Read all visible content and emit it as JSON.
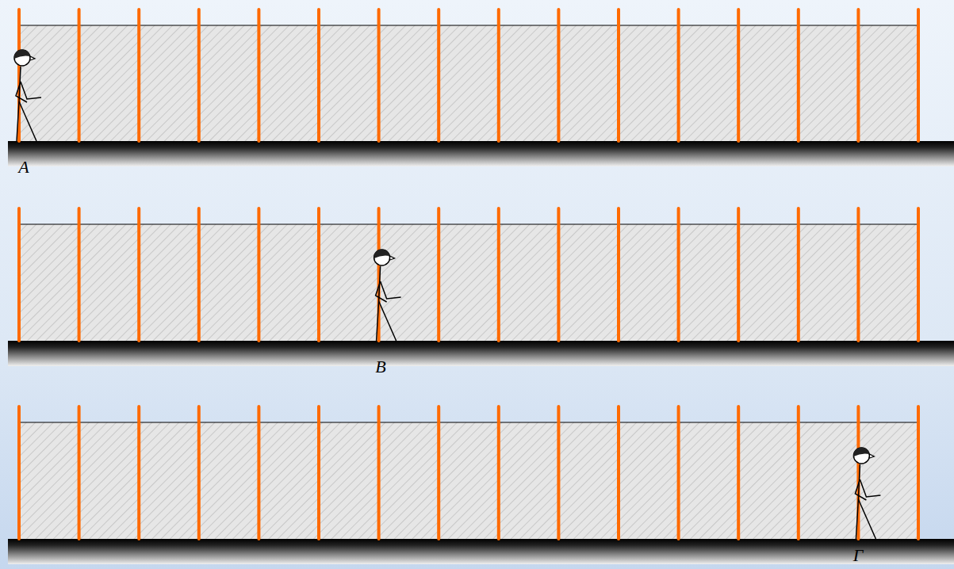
{
  "diagram": {
    "labels": [
      "Α",
      "Β",
      "Γ"
    ]
  }
}
